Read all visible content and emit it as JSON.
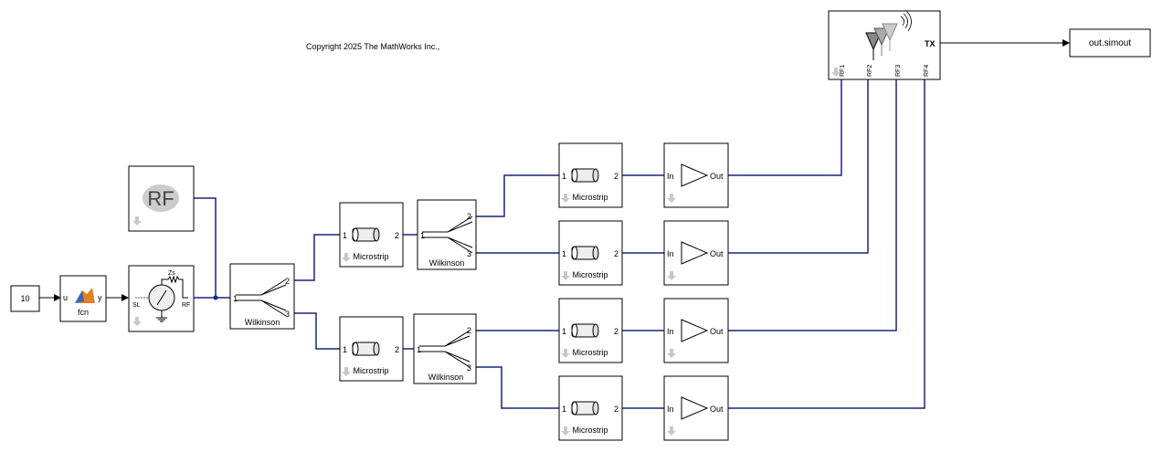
{
  "copyright": "Copyright 2025 The MathWorks Inc.,",
  "constant": {
    "value": "10"
  },
  "fcn": {
    "label": "fcn",
    "in_port": "u",
    "out_port": "y"
  },
  "source": {
    "left_label": "SL",
    "right_label": "RF",
    "z_label": "Zs"
  },
  "rf_block": {
    "label": "RF"
  },
  "wilkinson": {
    "label": "Wilkinson",
    "in_port": "1",
    "out1": "2",
    "out2": "3"
  },
  "microstrip": {
    "label": "Microstrip",
    "in_port": "1",
    "out_port": "2"
  },
  "amplifier": {
    "in_port": "In",
    "out_port": "Out"
  },
  "antenna": {
    "tx_label": "TX",
    "ports": [
      "RF1",
      "RF2",
      "RF3",
      "RF4"
    ]
  },
  "scope_out": {
    "label": "out.simout"
  }
}
